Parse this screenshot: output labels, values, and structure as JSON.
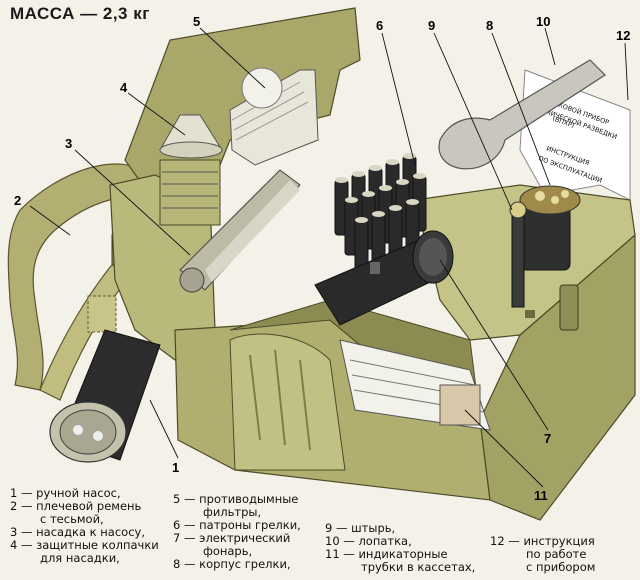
{
  "mass_label": "МАССА — 2,3 кг",
  "callouts": [
    "1",
    "2",
    "3",
    "4",
    "5",
    "6",
    "7",
    "8",
    "9",
    "10",
    "11",
    "12"
  ],
  "instruction_sheet": {
    "line1": "ВОЙСКОВОЙ ПРИБОР",
    "line2": "ХИМИЧЕСКОЙ РАЗВЕДКИ",
    "line3": "(ВПХР)",
    "line4": "ИНСТРУКЦИЯ",
    "line5": "ПО ЭКСПЛУАТАЦИИ"
  },
  "legend": [
    {
      "key": "1 —",
      "lines": [
        "ручной насос,"
      ]
    },
    {
      "key": "2 —",
      "lines": [
        "плечевой ремень",
        "с тесьмой,"
      ]
    },
    {
      "key": "3 —",
      "lines": [
        "насадка к насосу,"
      ]
    },
    {
      "key": "4 —",
      "lines": [
        "защитные колпачки",
        "для насадки,"
      ]
    },
    {
      "key": "5 —",
      "lines": [
        "противодымные",
        "фильтры,"
      ]
    },
    {
      "key": "6 —",
      "lines": [
        "патроны грелки,"
      ]
    },
    {
      "key": "7 —",
      "lines": [
        "электрический",
        "фонарь,"
      ]
    },
    {
      "key": "8 —",
      "lines": [
        "корпус грелки,"
      ]
    },
    {
      "key": "9 —",
      "lines": [
        "штырь,"
      ]
    },
    {
      "key": "10 —",
      "lines": [
        "лопатка,"
      ]
    },
    {
      "key": "11 —",
      "lines": [
        "индикаторные",
        "трубки в кассетах,"
      ]
    },
    {
      "key": "12 —",
      "lines": [
        "инструкция",
        "по работе",
        "с прибором"
      ]
    }
  ],
  "colors": {
    "box": "#a9a86a",
    "box_dark": "#7d7d45",
    "box_light": "#c4c388",
    "strap": "#b3ae72",
    "metal": "#c8c6b8",
    "black": "#252525"
  }
}
